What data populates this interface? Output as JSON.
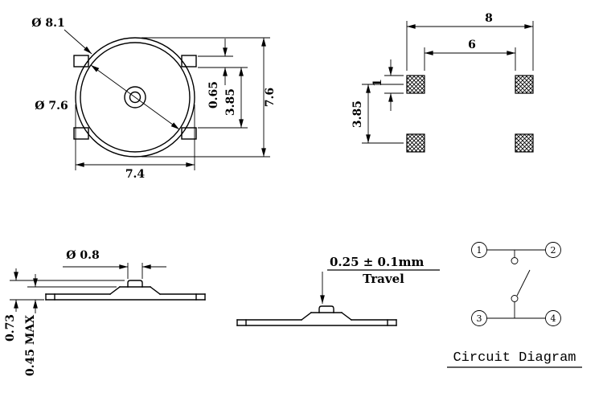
{
  "page": {
    "ink_color": "#000000",
    "paper_color": "#ffffff"
  },
  "top_view": {
    "outer_diameter": "Ø 8.1",
    "inner_diameter": "Ø 7.6",
    "width": "7.4",
    "overall_height": "7.6",
    "stem_offset": "0.65",
    "half_height": "3.85"
  },
  "land_pattern": {
    "outer_span": "8",
    "inner_span": "6",
    "row_pitch": "3.85",
    "pad_size": "1"
  },
  "side_view": {
    "stem_diameter": "Ø 0.8",
    "total_height": "0.73",
    "body_height": "0.45 MAX"
  },
  "travel_view": {
    "value": "0.25 ± 0.1mm",
    "label": "Travel"
  },
  "circuit_diagram": {
    "terminals": [
      "1",
      "2",
      "3",
      "4"
    ],
    "caption": "Circuit Diagram"
  }
}
